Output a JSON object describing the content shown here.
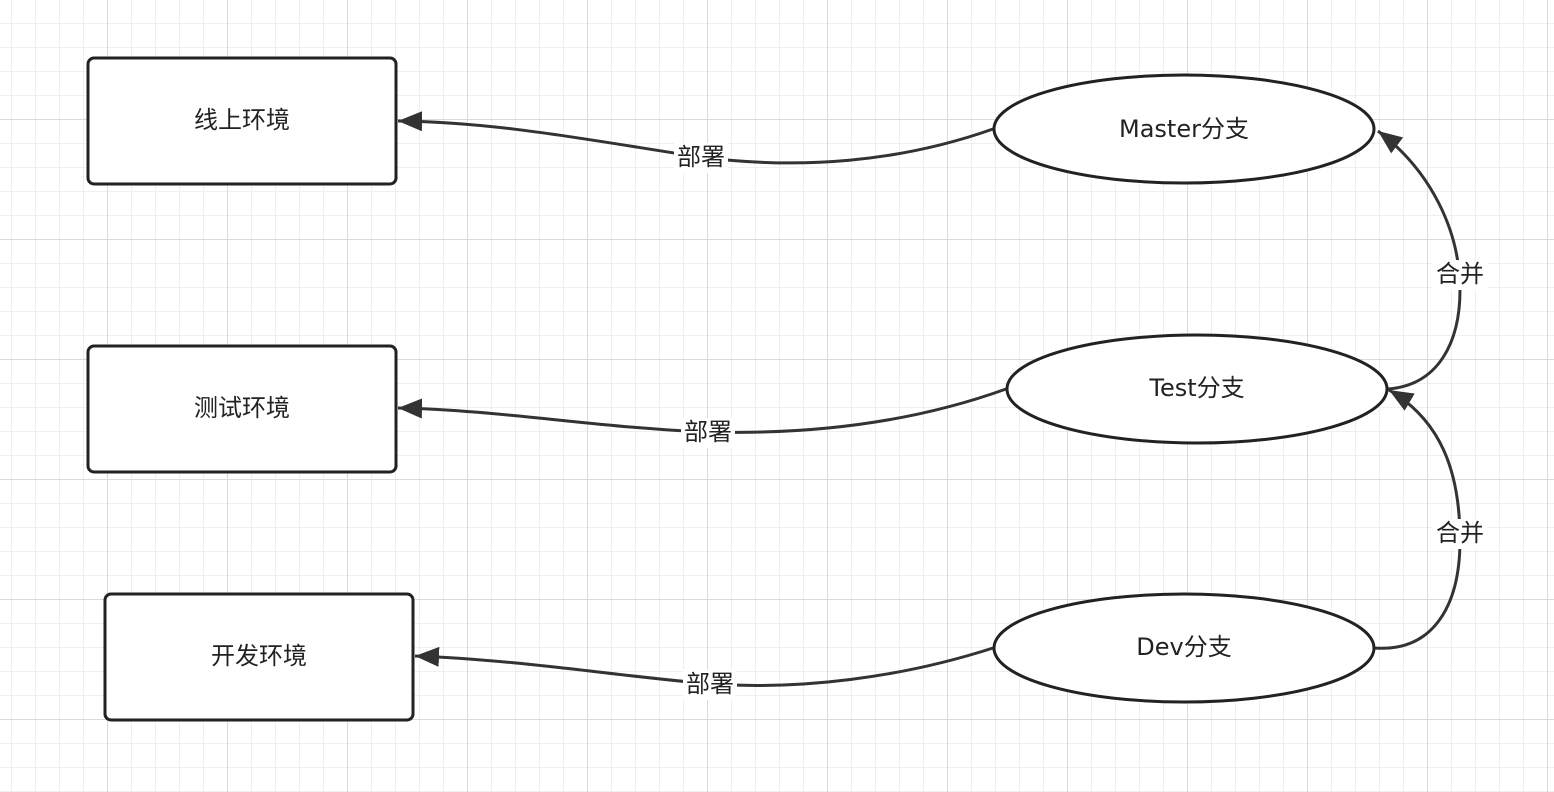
{
  "diagram": {
    "environments": {
      "production": "线上环境",
      "testing": "测试环境",
      "development": "开发环境"
    },
    "branches": {
      "master": "Master分支",
      "test": "Test分支",
      "dev": "Dev分支"
    },
    "edges": {
      "deploy_master": "部署",
      "deploy_test": "部署",
      "deploy_dev": "部署",
      "merge_test_to_master": "合并",
      "merge_dev_to_test": "合并"
    },
    "colors": {
      "stroke": "#222222",
      "grid_major": "#dadada",
      "grid_minor": "#efefef",
      "background": "#ffffff"
    }
  }
}
